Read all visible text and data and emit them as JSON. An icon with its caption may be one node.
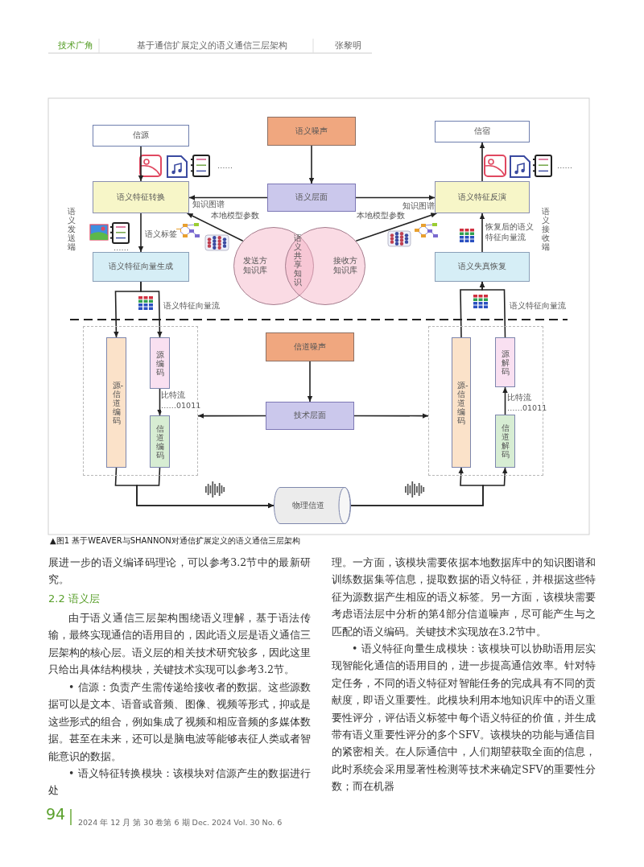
{
  "diagram": {
    "caption": "▲图1 基于WEAVER与SHANNON对通信扩展定义的语义通信三层架构",
    "nodes": [
      {
        "text": [
          "信源"
        ]
      },
      {
        "text": [
          "语义噪声"
        ]
      },
      {
        "text": [
          "信宿"
        ]
      },
      {
        "text": [
          "语义特征转换"
        ]
      },
      {
        "text": [
          "语义层面"
        ]
      },
      {
        "text": [
          "语义特征反演"
        ]
      },
      {
        "text": [
          "发送方知识库"
        ]
      },
      {
        "text": [
          "接收方知识库"
        ]
      },
      {
        "text": [
          "语义共享知识"
        ]
      },
      {
        "text": [
          "语义特征向量生成"
        ]
      },
      {
        "text": [
          "语义失真恢复"
        ]
      },
      {
        "text": [],
        "shape": "box"
      },
      {
        "text": [
          "源-信道编码"
        ],
        "in": 11
      },
      {
        "text": [
          "源编码"
        ],
        "in": 11
      },
      {
        "text": [
          "信道编码"
        ],
        "in": 11
      },
      {
        "text": [
          "信道噪声"
        ]
      },
      {
        "text": [
          "技术层面"
        ]
      },
      {
        "text": [],
        "shape": "box"
      },
      {
        "text": [
          "源-信道编码"
        ],
        "in": 17
      },
      {
        "text": [
          "源解码"
        ],
        "in": 17
      },
      {
        "text": [
          "信道解码"
        ],
        "in": 17
      },
      {
        "text": [
          "物理信道"
        ]
      }
    ],
    "edges": [
      {
        "from": 0,
        "to": 3,
        "arrow": "to"
      },
      {
        "from": 1,
        "to": 4,
        "arrow": "to"
      },
      {
        "from": 4,
        "to": 3,
        "arrow": "to"
      },
      {
        "from": 4,
        "to": 5,
        "arrow": "to"
      },
      {
        "from": 5,
        "to": 2,
        "arrow": "to"
      },
      {
        "from": 3,
        "to": 9,
        "arrow": "to",
        "label": "语义标签"
      },
      {
        "from": 6,
        "to": 3,
        "arrow": "to",
        "label": "本地模型参数"
      },
      {
        "from": 7,
        "to": 5,
        "arrow": "to",
        "label": "本地模型参数"
      },
      {
        "from": 10,
        "to": 5,
        "arrow": "to",
        "label": "恢复后的语义特征向量流"
      },
      {
        "from": 9,
        "to": 12,
        "arrow": "to"
      },
      {
        "from": 9,
        "to": 13,
        "arrow": "to"
      },
      {
        "from": 13,
        "to": 14,
        "arrow": "to",
        "label": "比特流 ……01011"
      },
      {
        "from": 12,
        "to": 21,
        "arrow": "to"
      },
      {
        "from": 14,
        "to": 21,
        "arrow": "to"
      },
      {
        "from": 16,
        "to": 11,
        "arrow": "to"
      },
      {
        "from": 16,
        "to": 17,
        "arrow": "to"
      },
      {
        "from": 15,
        "to": 16,
        "arrow": "to"
      },
      {
        "from": 21,
        "to": 18,
        "arrow": "to"
      },
      {
        "from": 21,
        "to": 20,
        "arrow": "to"
      },
      {
        "from": 20,
        "to": 19,
        "arrow": "to",
        "label": "比特流 ……01011"
      },
      {
        "from": 18,
        "to": 10,
        "arrow": "to"
      },
      {
        "from": 19,
        "to": 10,
        "arrow": "to"
      }
    ],
    "labels": [
      "技术广角",
      "基于通信扩展定义的语义通信三层架构",
      "张黎明",
      "……",
      "……",
      "知识图谱",
      "知识图谱",
      "语义发送端",
      "语义接收端",
      "……",
      "语义特征向量流",
      "语义特征向量流",
      "展进一步的语义编译码理论，可以参考3.2节中的最新研究。",
      "2.2 语义层",
      "由于语义通信三层架构围绕语义理解，基于语法传输，最终实现通信的语用目的，因此语义层是语义通信三层架构的核心层。语义层的相关技术研究较多，因此这里只给出具体结构模块，关键技术实现可以参考3.2节。",
      "• 信源：负责产生需传递给接收者的数据。这些源数据可以是文本、语音或音频、图像、视频等形式，抑或是这些形式的组合，例如集成了视频和相应音频的多媒体数据。甚至在未来，还可以是脑电波等能够表征人类或者智能意识的数据。",
      "• 语义特征转换模块：该模块对信源产生的数据进行处",
      "理。一方面，该模块需要依据本地数据库中的知识图谱和训练数据集等信息，提取数据的语义特征，并根据这些特征为源数据产生相应的语义标签。另一方面，该模块需要考虑语法层中分析的第4部分信道噪声，尽可能产生与之匹配的语义编码。关键技术实现放在3.2节中。",
      "• 语义特征向量生成模块：该模块可以协助语用层实现智能化通信的语用目的，进一步提高通信效率。针对特定任务，不同的语义特征对智能任务的完成具有不同的贡献度，即语义重要性。此模块利用本地知识库中的语义重要性评分，评估语义标签中每个语义特征的价值，并生成带有语义重要性评分的多个SFV。该模块的功能与通信目的紧密相关。在人际通信中，人们期望获取全面的信息，此时系统会采用显著性检测等技术来确定SFV的重要性分数；而在机器",
      "94",
      "2024 年 12 月 第 30 卷第 6 期 Dec. 2024 Vol. 30 No. 6"
    ]
  }
}
